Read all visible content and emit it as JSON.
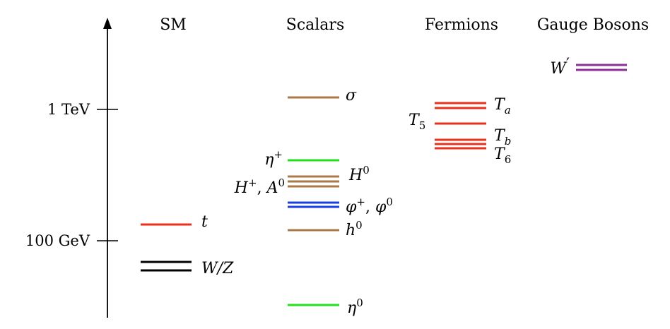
{
  "headers": {
    "sm": "SM",
    "scalars": "Scalars",
    "fermions": "Fermions",
    "gauge": "Gauge Bosons"
  },
  "ticks": {
    "tev": "1 TeV",
    "gev": "100 GeV"
  },
  "colors": {
    "black": "#000000",
    "red": "#e8321e",
    "brown": "#a9784b",
    "green": "#22e01e",
    "blue": "#1b3fe0",
    "purple": "#8f2d9a"
  },
  "labels": {
    "t": "t",
    "wz": "W/Z",
    "sigma": "σ",
    "eta_plus": "η",
    "eta_plus_sup": "+",
    "H0": "H",
    "H0_sup": "0",
    "Hplus": "H",
    "Hplus_sup": "+",
    "A0_sep": ", ",
    "A0": "A",
    "A0_sup": "0",
    "phi": "φ",
    "phi_plus_sup": "+",
    "phi_sep": ", ",
    "phi0": "φ",
    "phi0_sup": "0",
    "h0": "h",
    "h0_sup": "0",
    "eta0": "η",
    "eta0_sup": "0",
    "Ta": "T",
    "Ta_sub": "a",
    "T5": "T",
    "T5_sub": "5",
    "Tb": "T",
    "Tb_sub": "b",
    "T6": "T",
    "T6_sub": "6",
    "Wp": "W",
    "Wp_prime": "′"
  }
}
